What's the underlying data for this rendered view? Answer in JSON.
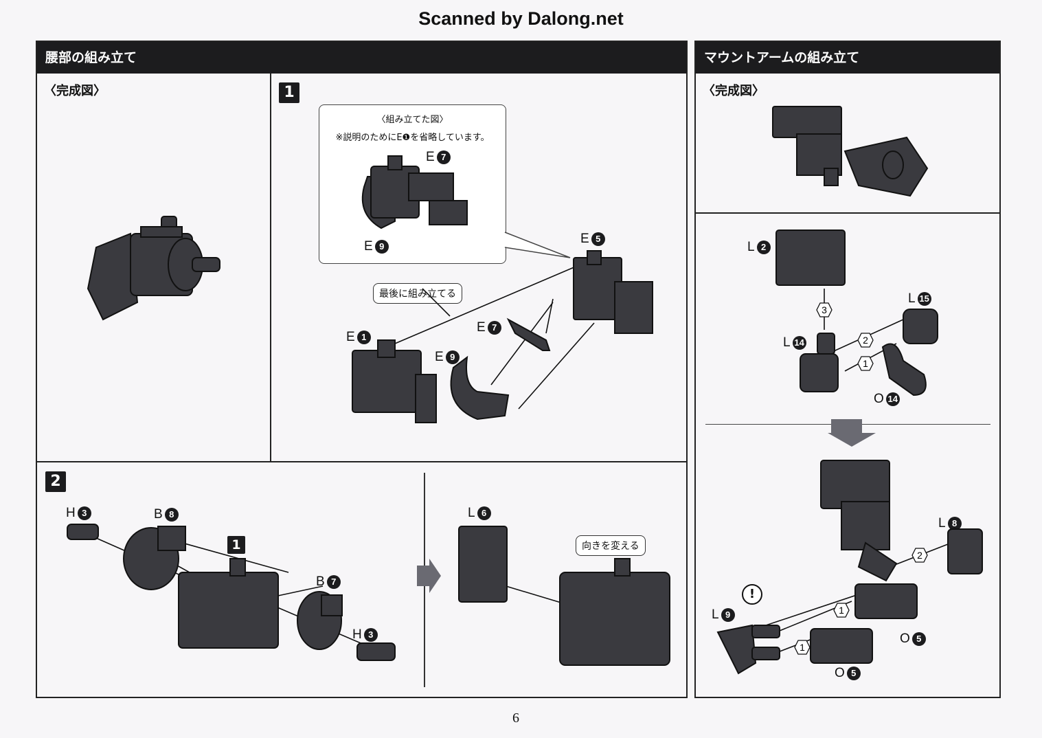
{
  "watermark": "Scanned by Dalong.net",
  "left_section": {
    "title": "腰部の組み立て",
    "completed_label": "〈完成図〉",
    "step1": {
      "number": "1",
      "inset_title": "〈組み立てた図〉",
      "inset_note": "※説明のためにE❶を省略しています。",
      "callout_last": "最後に組み立てる",
      "parts": [
        {
          "letter": "E",
          "num": "7"
        },
        {
          "letter": "E",
          "num": "9"
        },
        {
          "letter": "E",
          "num": "5"
        },
        {
          "letter": "E",
          "num": "1"
        },
        {
          "letter": "E",
          "num": "7"
        },
        {
          "letter": "E",
          "num": "9"
        }
      ]
    },
    "step2": {
      "number": "2",
      "ref_step": "1",
      "callout_turn": "向きを変える",
      "parts": [
        {
          "letter": "H",
          "num": "3"
        },
        {
          "letter": "B",
          "num": "8"
        },
        {
          "letter": "B",
          "num": "7"
        },
        {
          "letter": "H",
          "num": "3"
        },
        {
          "letter": "L",
          "num": "6"
        }
      ]
    }
  },
  "right_section": {
    "title": "マウントアームの組み立て",
    "completed_label": "〈完成図〉",
    "parts": [
      {
        "letter": "L",
        "num": "2"
      },
      {
        "letter": "L",
        "num": "15"
      },
      {
        "letter": "L",
        "num": "14"
      },
      {
        "letter": "O",
        "num": "14"
      },
      {
        "letter": "L",
        "num": "8"
      },
      {
        "letter": "L",
        "num": "9"
      },
      {
        "letter": "O",
        "num": "5"
      },
      {
        "letter": "O",
        "num": "5"
      }
    ],
    "order_marks": [
      "3",
      "2",
      "1",
      "2",
      "1",
      "1"
    ],
    "warning_mark": "!"
  },
  "page_number": "6"
}
